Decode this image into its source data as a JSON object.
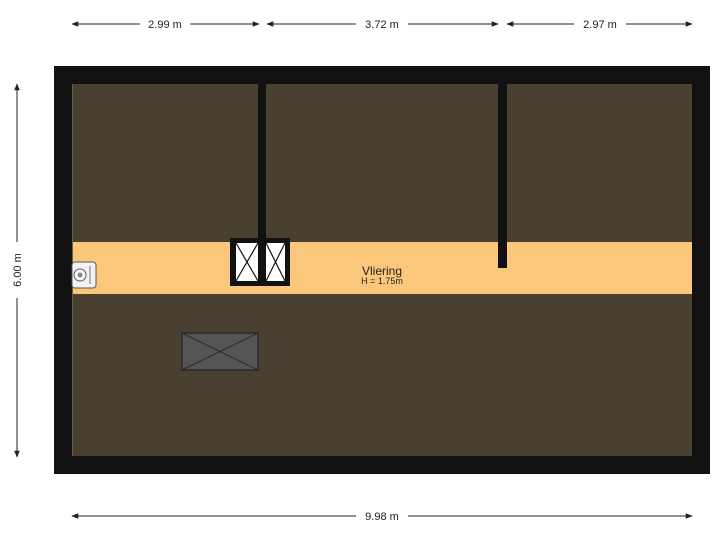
{
  "dimensions": {
    "top_left": "2.99 m",
    "top_middle": "3.72 m",
    "top_right": "2.97 m",
    "bottom_total": "9.98 m",
    "left_height": "6.00 m"
  },
  "room": {
    "name": "Vliering",
    "height": "H = 1.75m"
  },
  "colors": {
    "wall": "#111111",
    "floor_dark": "#4a4031",
    "floor_light": "#fbc77a",
    "hatch": "#555555",
    "dimension_line": "#222222"
  },
  "icons": {
    "boiler": "boiler-icon",
    "skylight": "skylight-window-icon",
    "hatch": "loft-hatch-icon"
  }
}
